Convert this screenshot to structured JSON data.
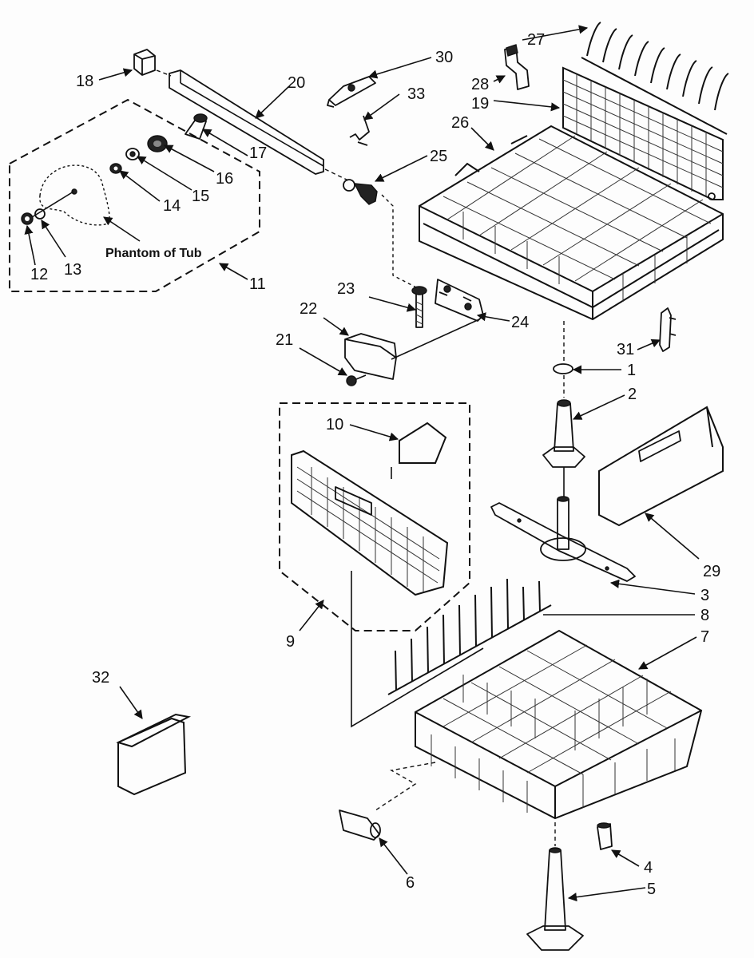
{
  "labels": {
    "1": "1",
    "2": "2",
    "3": "3",
    "4": "4",
    "5": "5",
    "6": "6",
    "7": "7",
    "8": "8",
    "9": "9",
    "10": "10",
    "11": "11",
    "12": "12",
    "13": "13",
    "14": "14",
    "15": "15",
    "16": "16",
    "17": "17",
    "18": "18",
    "19": "19",
    "20": "20",
    "21": "21",
    "22": "22",
    "23": "23",
    "24": "24",
    "25": "25",
    "26": "26",
    "27": "27",
    "28": "28",
    "29": "29",
    "30": "30",
    "31": "31",
    "32": "32",
    "33": "33"
  },
  "annotations": {
    "phantom_of_tub": "Phantom of Tub"
  }
}
